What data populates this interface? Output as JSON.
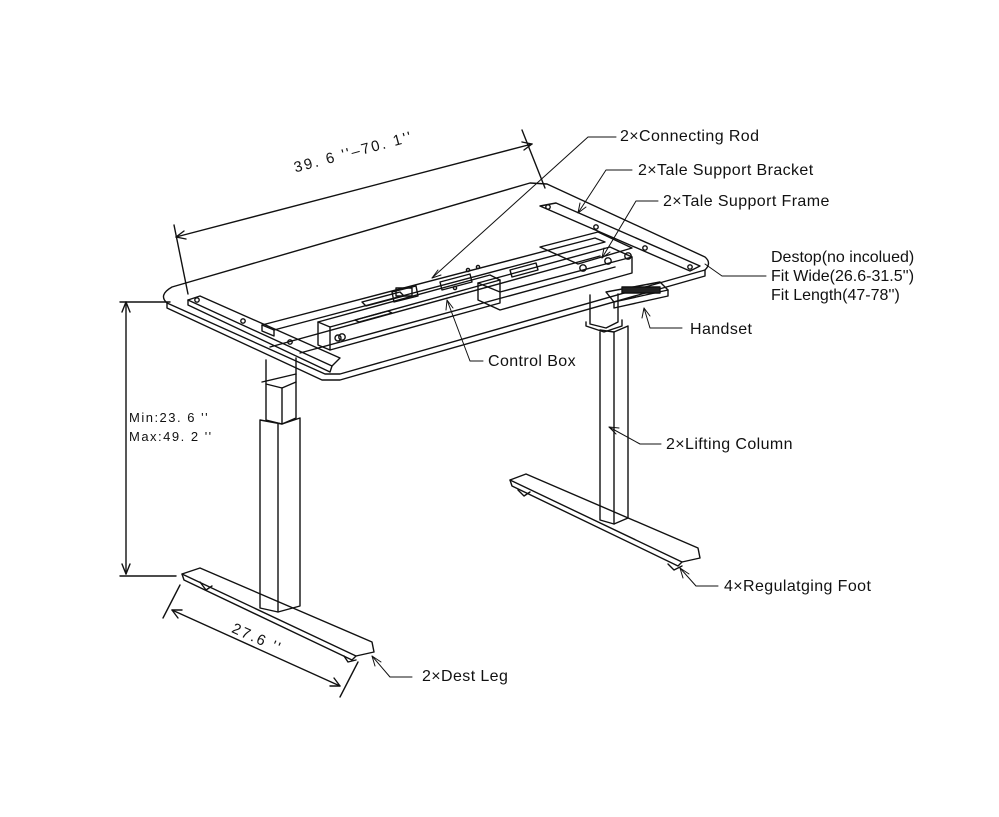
{
  "labels": {
    "connecting_rod": "2×Connecting Rod",
    "support_bracket": "2×Tale  Support  Bracket",
    "support_frame": "2×Tale  Support  Frame",
    "desktop_line1": "Destop(no incolued)",
    "desktop_line2": "Fit Wide(26.6-31.5'')",
    "desktop_line3": "Fit Length(47-78'')",
    "handset": "Handset",
    "control_box": "Control Box",
    "lifting_column": "2×Lifting Column",
    "regulating_foot": "4×Regulatging  Foot",
    "desk_leg": "2×Dest  Leg"
  },
  "dimensions": {
    "width": "39. 6 ''–70. 1''",
    "height_min": "Min:23. 6  ''",
    "height_max": "Max:49. 2  ''",
    "depth": "27.6  ''"
  }
}
